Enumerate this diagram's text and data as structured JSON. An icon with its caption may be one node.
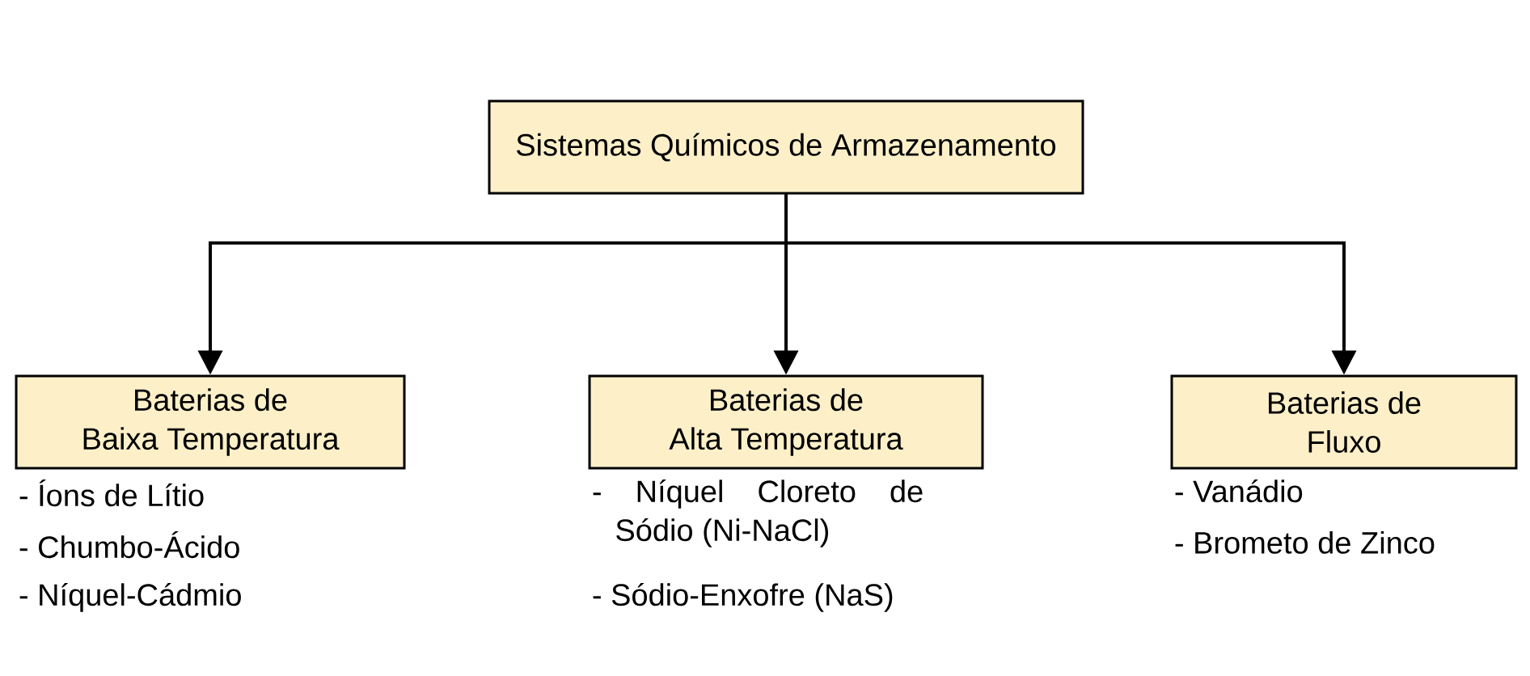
{
  "diagram": {
    "nodes": [
      {
        "text": [
          "Sistemas Químicos de Armazenamento"
        ]
      },
      {
        "text": [
          "Baterias de Baixa Temperatura"
        ],
        "beside": [
          "- Íons de Lítio",
          "- Chumbo-Ácido",
          "- Níquel-Cádmio"
        ]
      },
      {
        "text": [
          "Baterias de Alta Temperatura"
        ],
        "beside": [
          "- Níquel Cloreto de Sódio (Ni-NaCl)",
          "- Sódio-Enxofre (NaS)"
        ]
      },
      {
        "text": [
          "Baterias de Fluxo"
        ],
        "beside": [
          "- Vanádio",
          "- Brometo de Zinco"
        ]
      }
    ],
    "edges": [
      {
        "from": 0,
        "to": 1,
        "arrow": "to"
      },
      {
        "from": 0,
        "to": 2,
        "arrow": "to"
      },
      {
        "from": 0,
        "to": 3,
        "arrow": "to"
      }
    ]
  }
}
